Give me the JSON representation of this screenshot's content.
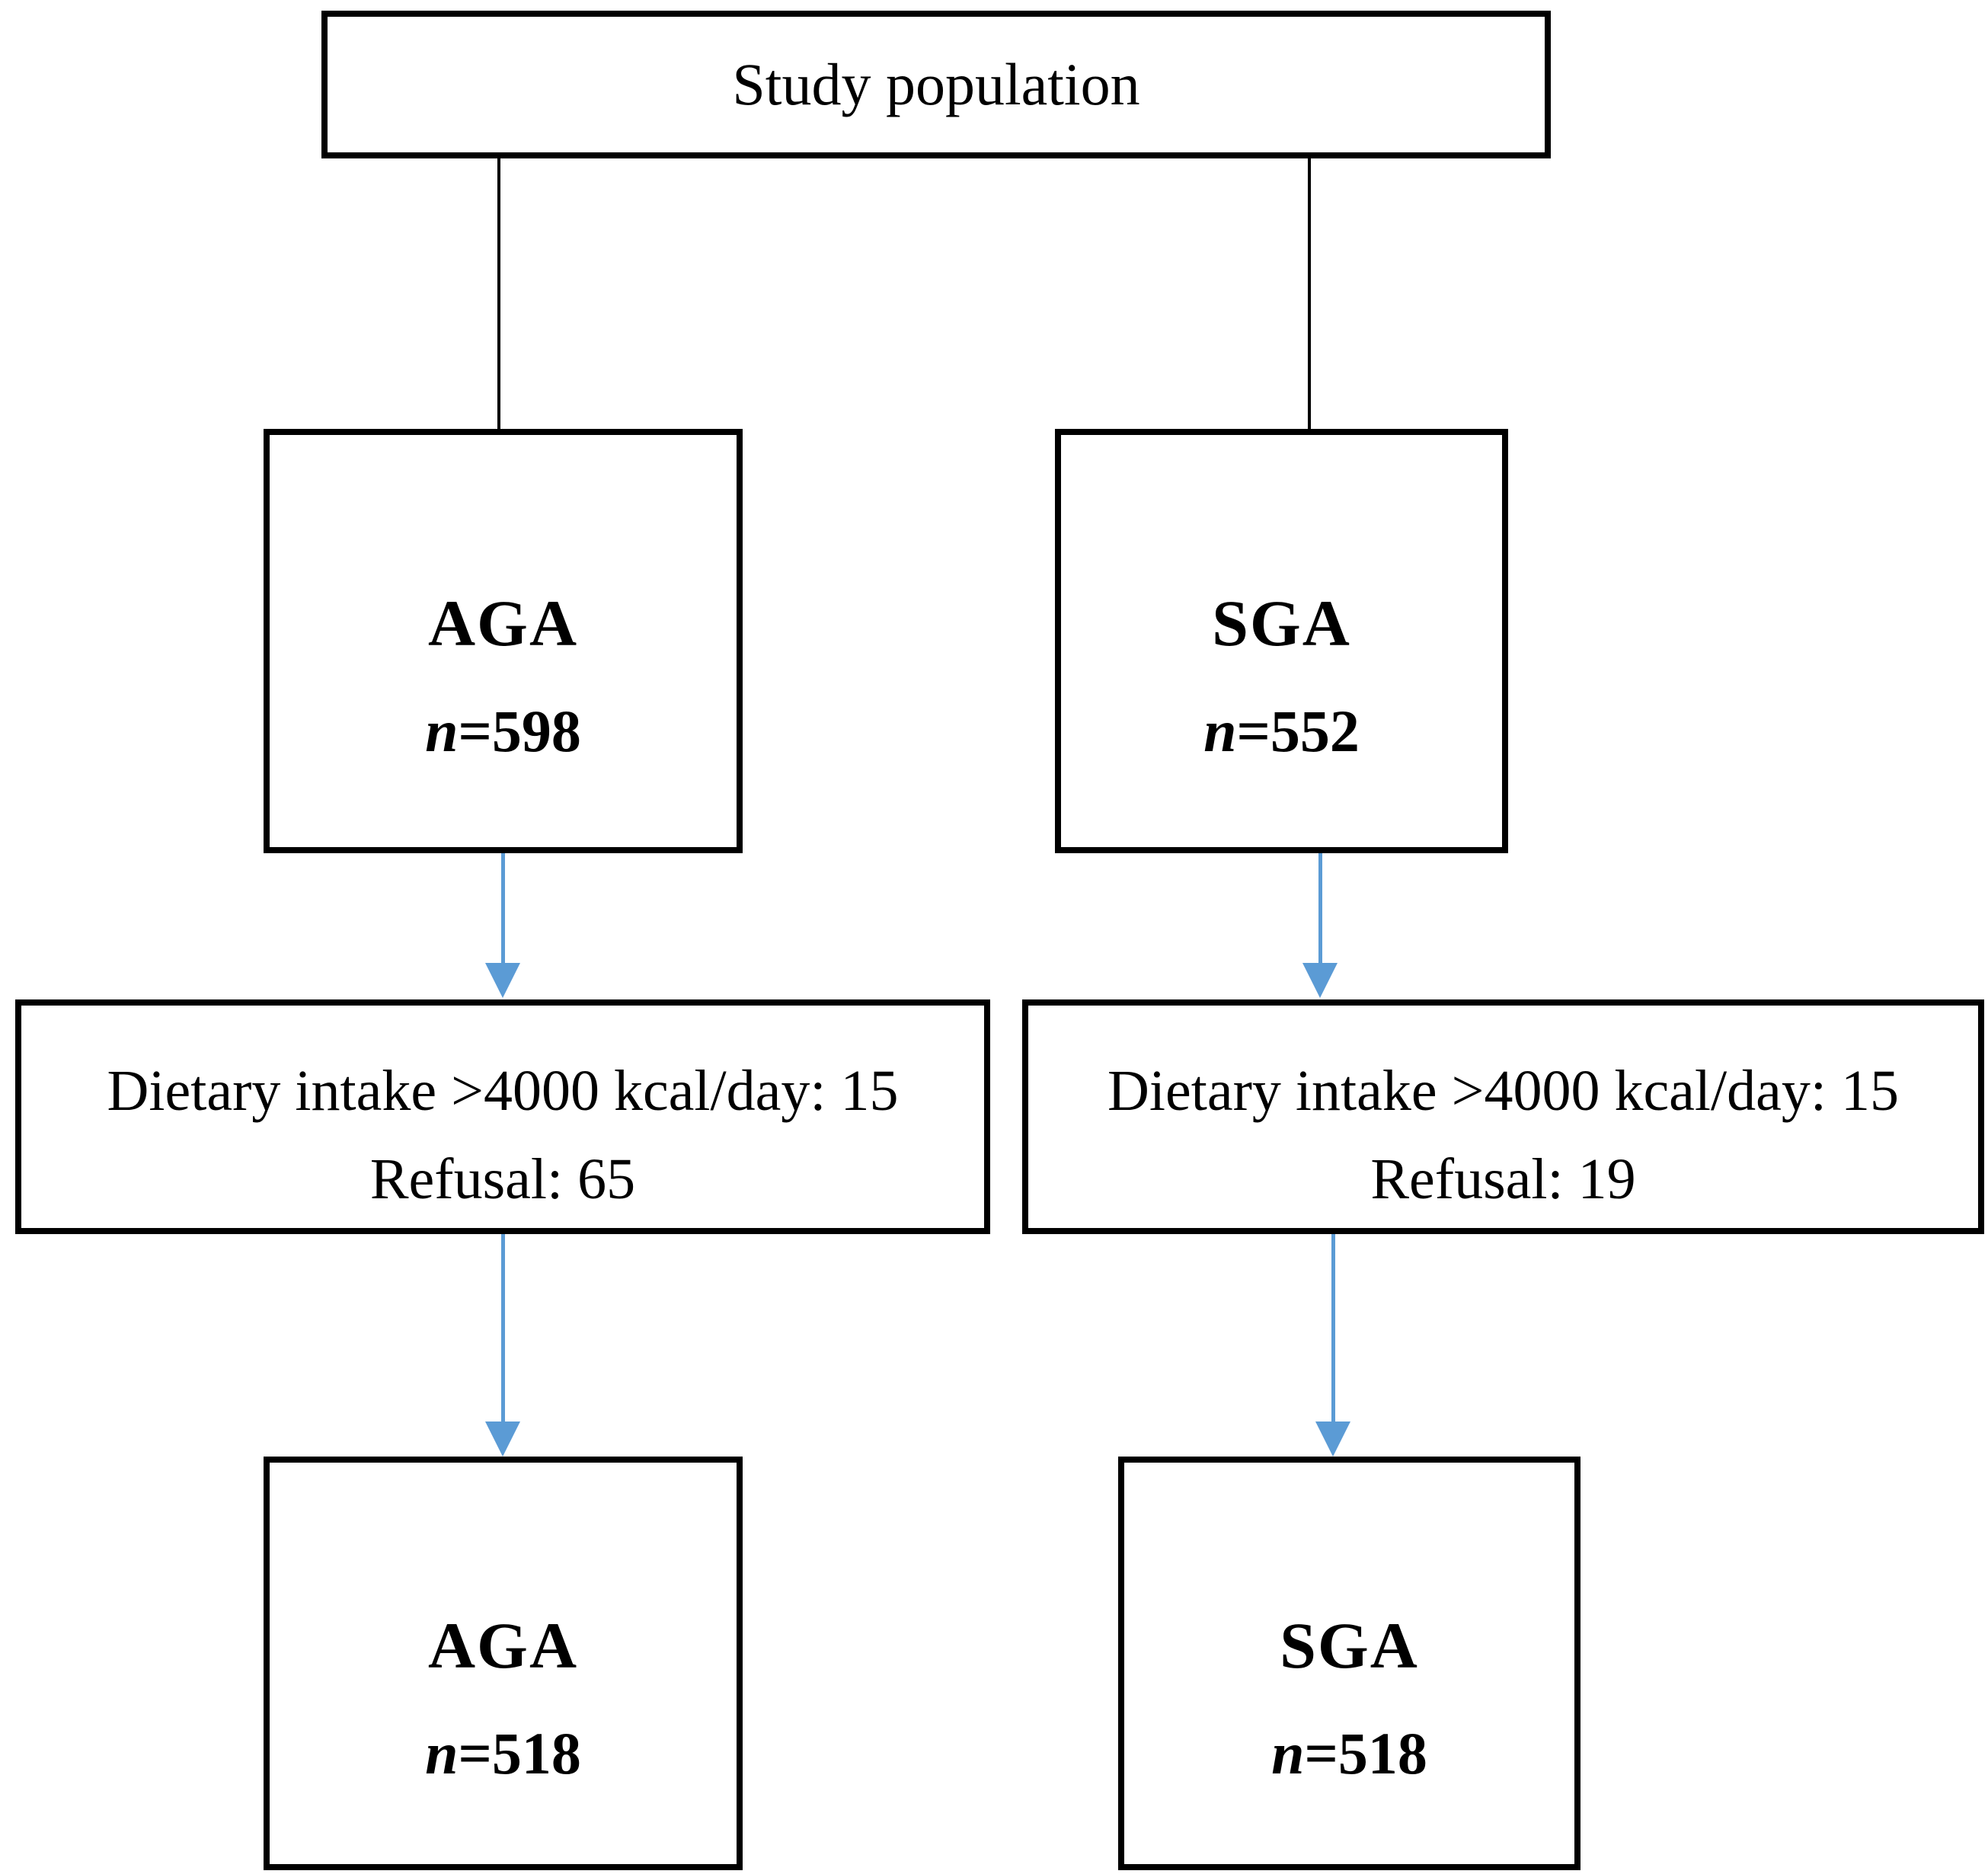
{
  "flowchart": {
    "study_population": {
      "label": "Study population"
    },
    "aga_initial": {
      "label": "AGA",
      "n_symbol": "n",
      "n_value": "=598"
    },
    "sga_initial": {
      "label": "SGA",
      "n_symbol": "n",
      "n_value": "=552"
    },
    "exclusion_left": {
      "line1": "Dietary intake >4000 kcal/day: 15",
      "line2": "Refusal: 65"
    },
    "exclusion_right": {
      "line1": "Dietary intake >4000 kcal/day: 15",
      "line2": "Refusal: 19"
    },
    "aga_final": {
      "label": "AGA",
      "n_symbol": "n",
      "n_value": "=518"
    },
    "sga_final": {
      "label": "SGA",
      "n_symbol": "n",
      "n_value": "=518"
    },
    "colors": {
      "arrow_blue": "#5b9bd5",
      "box_border": "#000000",
      "background": "#ffffff"
    }
  }
}
